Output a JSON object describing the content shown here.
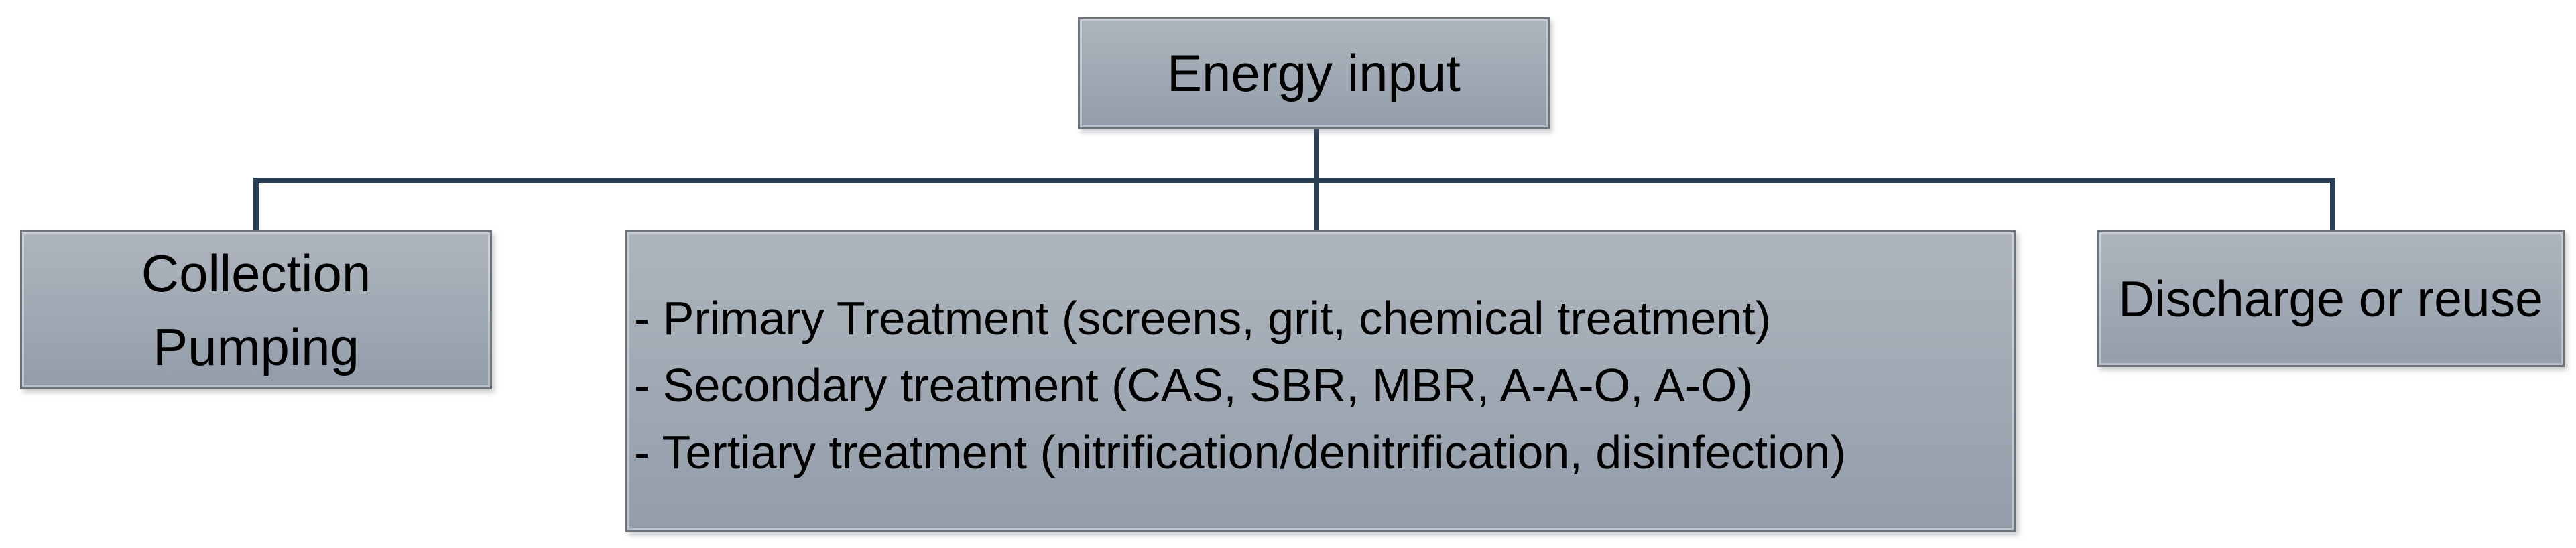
{
  "diagram": {
    "title": "Energy input flow to wastewater treatment stages",
    "colors": {
      "background": "#ffffff",
      "connector": "#2b3f54",
      "box_fill_top": "#aeb4be",
      "box_fill_mid": "#a1aab4",
      "box_fill_bottom": "#939daa",
      "box_border": "#6e737a",
      "text": "#000000"
    },
    "root": {
      "label": "Energy input"
    },
    "branches": [
      {
        "name": "collection-pumping",
        "lines": [
          "Collection",
          "Pumping"
        ]
      },
      {
        "name": "treatment-stages",
        "lines": [
          "- Primary Treatment (screens, grit, chemical treatment)",
          "- Secondary treatment (CAS, SBR, MBR, A-A-O, A-O)",
          "- Tertiary treatment (nitrification/denitrification, disinfection)"
        ]
      },
      {
        "name": "discharge-reuse",
        "lines": [
          "Discharge or reuse"
        ]
      }
    ]
  }
}
